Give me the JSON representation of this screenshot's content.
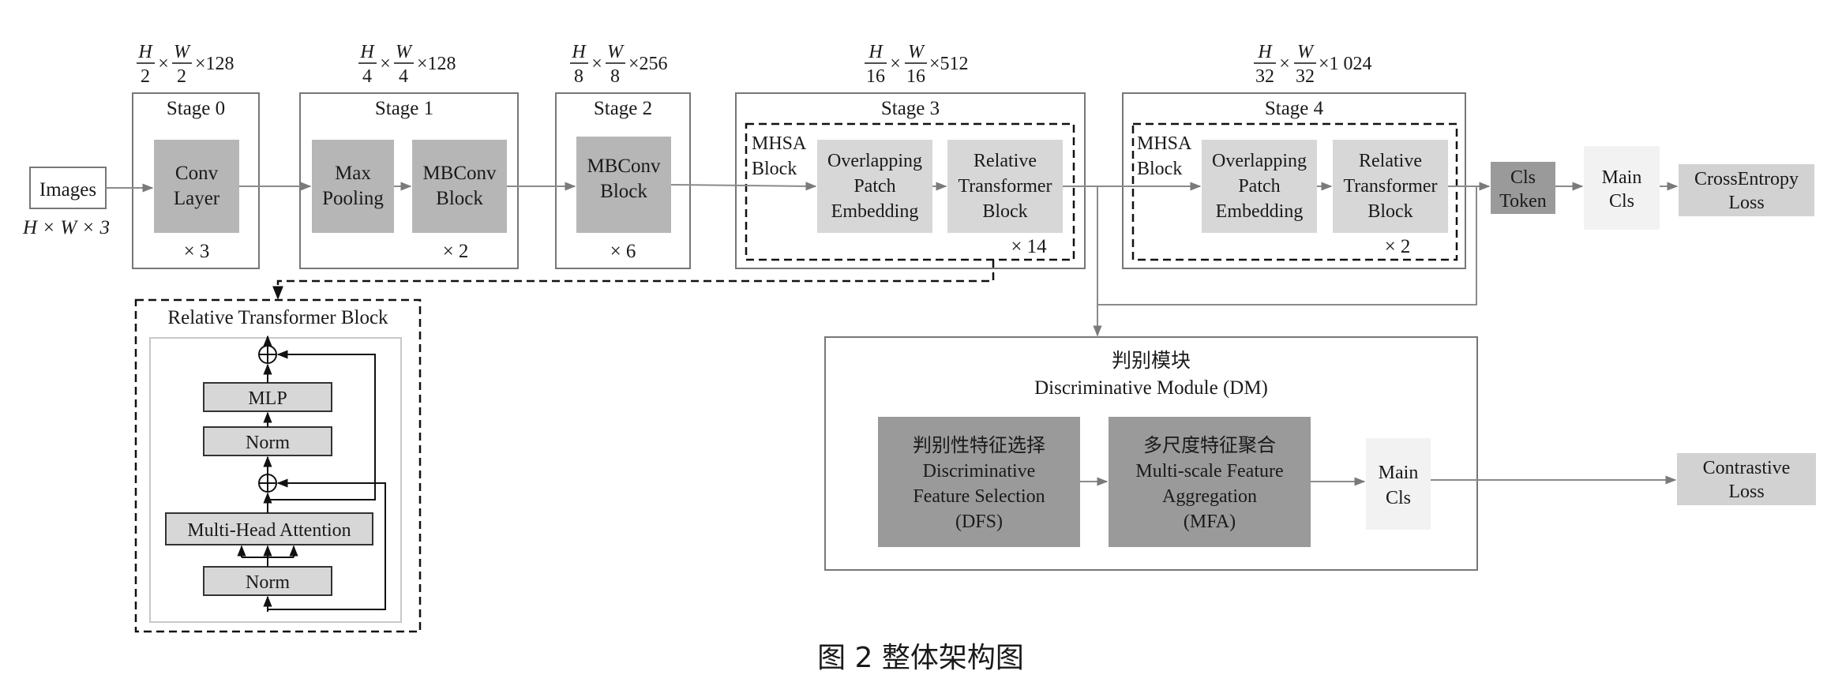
{
  "input": {
    "label": "Images",
    "shape": "H × W × 3"
  },
  "stages": [
    {
      "dim_h": "H",
      "dim_hd": "2",
      "dim_w": "W",
      "dim_wd": "2",
      "dim_c": "×128",
      "title": "Stage 0",
      "block": [
        "Conv",
        "Layer"
      ],
      "repeat": "× 3"
    },
    {
      "dim_h": "H",
      "dim_hd": "4",
      "dim_w": "W",
      "dim_wd": "4",
      "dim_c": "×128",
      "title": "Stage 1",
      "block_a": [
        "Max",
        "Pooling"
      ],
      "block_b": [
        "MBConv",
        "Block"
      ],
      "repeat": "× 2"
    },
    {
      "dim_h": "H",
      "dim_hd": "8",
      "dim_w": "W",
      "dim_wd": "8",
      "dim_c": "×256",
      "title": "Stage 2",
      "block": [
        "MBConv",
        "Block"
      ],
      "repeat": "× 6"
    },
    {
      "dim_h": "H",
      "dim_hd": "16",
      "dim_w": "W",
      "dim_wd": "16",
      "dim_c": "×512",
      "title": "Stage 3",
      "mhsa": [
        "MHSA",
        "Block"
      ],
      "block_a": [
        "Overlapping",
        "Patch",
        "Embedding"
      ],
      "block_b": [
        "Relative",
        "Transformer",
        "Block"
      ],
      "repeat": "× 14"
    },
    {
      "dim_h": "H",
      "dim_hd": "32",
      "dim_w": "W",
      "dim_wd": "32",
      "dim_c": "×1 024",
      "title": "Stage 4",
      "mhsa": [
        "MHSA",
        "Block"
      ],
      "block_a": [
        "Overlapping",
        "Patch",
        "Embedding"
      ],
      "block_b": [
        "Relative",
        "Transformer",
        "Block"
      ],
      "repeat": "× 2"
    }
  ],
  "head": {
    "cls_token": [
      "Cls",
      "Token"
    ],
    "main_cls": [
      "Main",
      "Cls"
    ],
    "ce_loss": [
      "CrossEntropy",
      "Loss"
    ]
  },
  "rtb": {
    "title": "Relative Transformer Block",
    "mlp": "MLP",
    "norm_top": "Norm",
    "attention": "Multi-Head Attention",
    "norm_bottom": "Norm",
    "plus": "⊕"
  },
  "dm": {
    "title_cn": "判别模块",
    "title_en": "Discriminative Module (DM)",
    "dfs": [
      "判别性特征选择",
      "Discriminative",
      "Feature Selection",
      "(DFS)"
    ],
    "mfa": [
      "多尺度特征聚合",
      "Multi-scale Feature",
      "Aggregation",
      "(MFA)"
    ],
    "main_cls": [
      "Main",
      "Cls"
    ],
    "contrastive": [
      "Contrastive",
      "Loss"
    ]
  },
  "caption": "图 2   整体架构图",
  "colors": {
    "light_gray": "#d7d7d7",
    "mid_gray": "#b4b4b4",
    "dark_gray": "#9a9a9a",
    "very_light": "#f2f2f2",
    "line": "#8a8a8a",
    "dash": "#111111"
  }
}
